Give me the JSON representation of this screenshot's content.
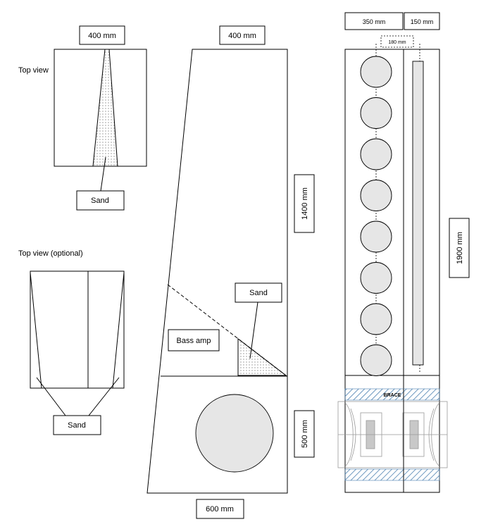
{
  "labels": {
    "top_view": "Top view",
    "top_view_optional": "Top view (optional)",
    "sand_1": "Sand",
    "sand_2": "Sand",
    "sand_3": "Sand",
    "bass_amp": "Bass amp",
    "dim_400_a": "400 mm",
    "dim_400_b": "400 mm",
    "dim_600": "600 mm",
    "dim_1400": "1400 mm",
    "dim_500": "500 mm",
    "dim_350": "350 mm",
    "dim_150": "150 mm",
    "dim_180": "180 mm",
    "dim_1900": "1900 mm",
    "brace": "BRACE"
  },
  "colors": {
    "line": "#000000",
    "speaker_fill": "#e6e6e6",
    "brace_hatch": "#4a7fb0"
  },
  "driver_count": 8
}
